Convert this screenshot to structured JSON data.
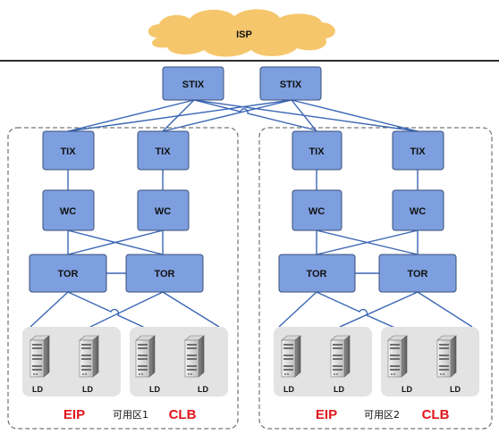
{
  "isp": {
    "label": "ISP"
  },
  "stix": [
    "STIX",
    "STIX"
  ],
  "zones": [
    {
      "name": "可用区1",
      "tix": [
        "TIX",
        "TIX"
      ],
      "wc": [
        "WC",
        "WC"
      ],
      "tor": [
        "TOR",
        "TOR"
      ],
      "servers": [
        "LD",
        "LD",
        "LD",
        "LD"
      ],
      "eip": "EIP",
      "clb": "CLB"
    },
    {
      "name": "可用区2",
      "tix": [
        "TIX",
        "TIX"
      ],
      "wc": [
        "WC",
        "WC"
      ],
      "tor": [
        "TOR",
        "TOR"
      ],
      "servers": [
        "LD",
        "LD",
        "LD",
        "LD"
      ],
      "eip": "EIP",
      "clb": "CLB"
    }
  ],
  "colors": {
    "node_fill": "#7d9fdf",
    "node_stroke": "#3a4f7a",
    "link": "#3a66b5",
    "cloud": "#f5c66c",
    "server_group_bg": "#e3e3e3",
    "service_label": "#e0161b"
  }
}
